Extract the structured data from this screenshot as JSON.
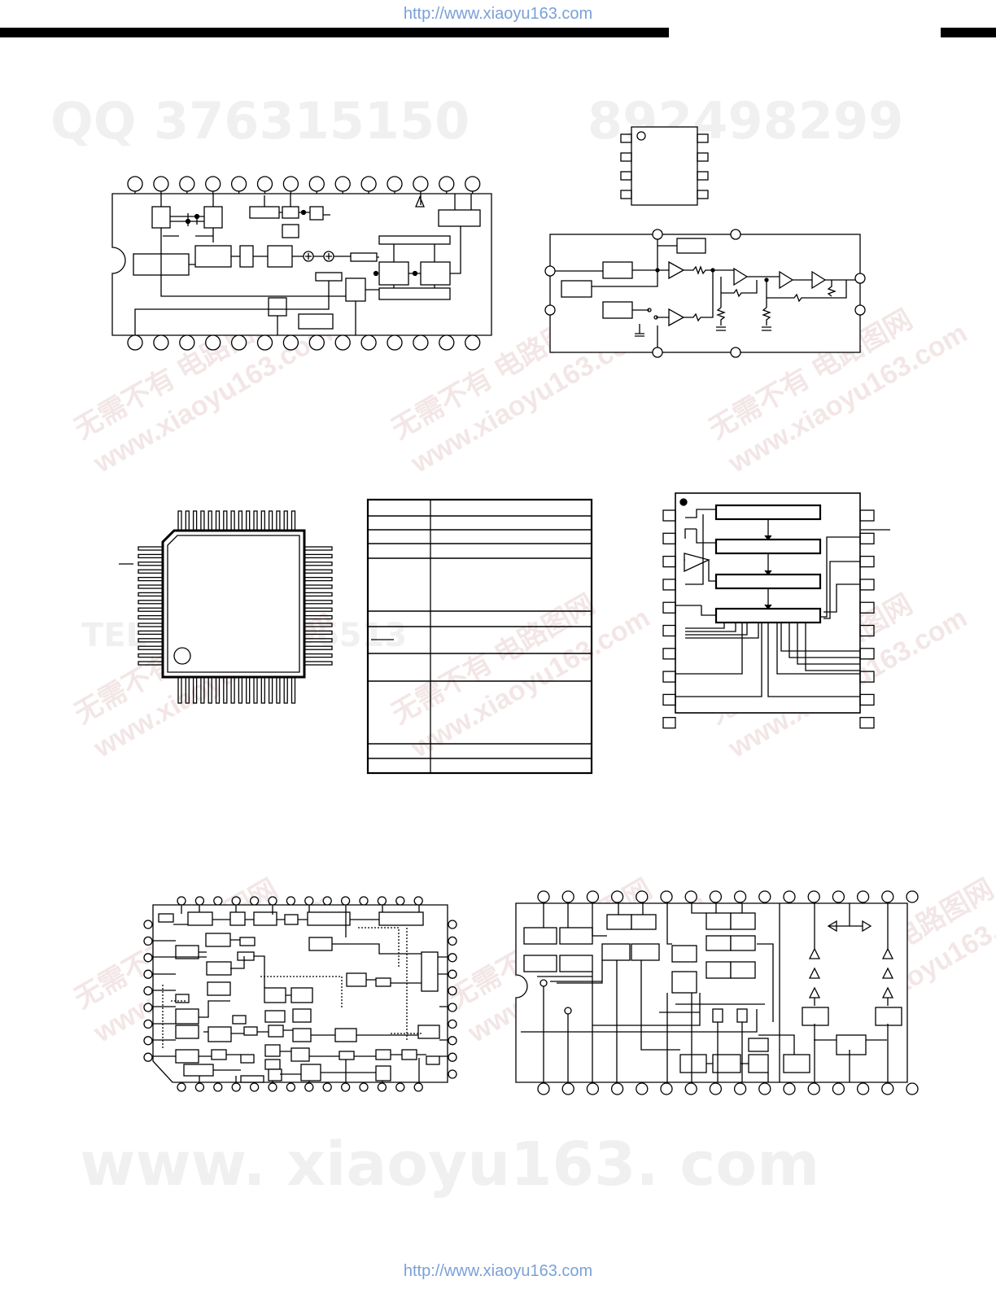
{
  "header": {
    "url": "http://www.xiaoyu163.com"
  },
  "footer": {
    "url": "http://www.xiaoyu163.com"
  },
  "watermarks": {
    "qq_left": "QQ 376315150",
    "qq_right": "892498299",
    "tel": "TEL 13942296513",
    "site_bottom": "www. xiaoyu163. com",
    "diag_cn": "无需不有 电路图网",
    "diag_site": "www.xiaoyu163.com"
  },
  "colors": {
    "ink": "#000000",
    "link": "#7aa0d8",
    "watermark": "#f0f0f0",
    "watermark_diag": "#f6eeee"
  }
}
